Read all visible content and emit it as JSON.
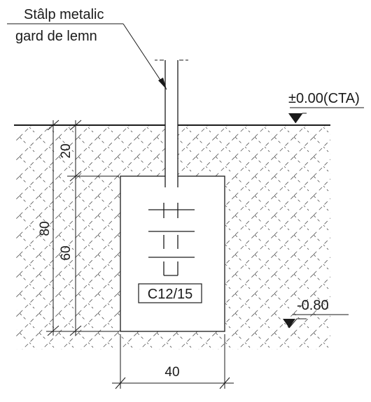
{
  "labels": {
    "post_line1": "Stâlp metalic",
    "post_line2": "gard de lemn",
    "level_top": "±0.00(CTA)",
    "level_bottom": "-0.80",
    "concrete_class": "C12/15"
  },
  "dimensions": {
    "total_depth": "80",
    "top_offset": "20",
    "foundation_depth": "60",
    "foundation_width": "40"
  }
}
